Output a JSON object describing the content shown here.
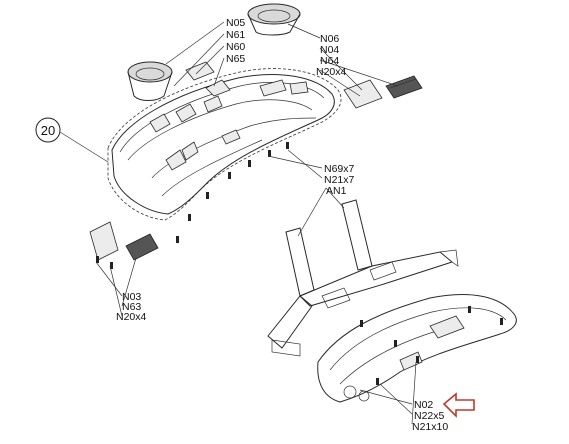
{
  "callout_number": "20",
  "top_left_labels": [
    "N05",
    "N61",
    "N60",
    "N65"
  ],
  "top_right_labels": [
    "N06",
    "N04",
    "N64",
    "N20x4"
  ],
  "mid_labels": [
    "N69x7",
    "N21x7",
    "AN1"
  ],
  "left_bottom_labels": [
    "N03",
    "N63",
    "N20x4"
  ],
  "bottom_right_labels": [
    "N02",
    "N22x5",
    "N21x10"
  ],
  "colors": {
    "line": "#2a2a2a",
    "arrow": "#c0392b",
    "fill": "#d9d9d9"
  }
}
